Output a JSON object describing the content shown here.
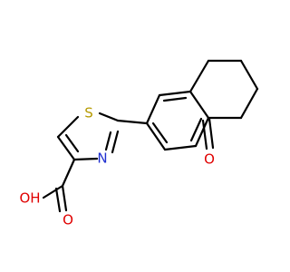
{
  "molecule": {
    "atoms": {
      "sulfur": "S",
      "nitrogen": "N",
      "ketone_oxygen": "O",
      "carbonyl_oxygen": "O",
      "hydroxyl": "OH"
    },
    "colors": {
      "sulfur": "#b59a00",
      "nitrogen": "#1f2fd0",
      "oxygen": "#e00000",
      "bond": "#000000"
    }
  }
}
